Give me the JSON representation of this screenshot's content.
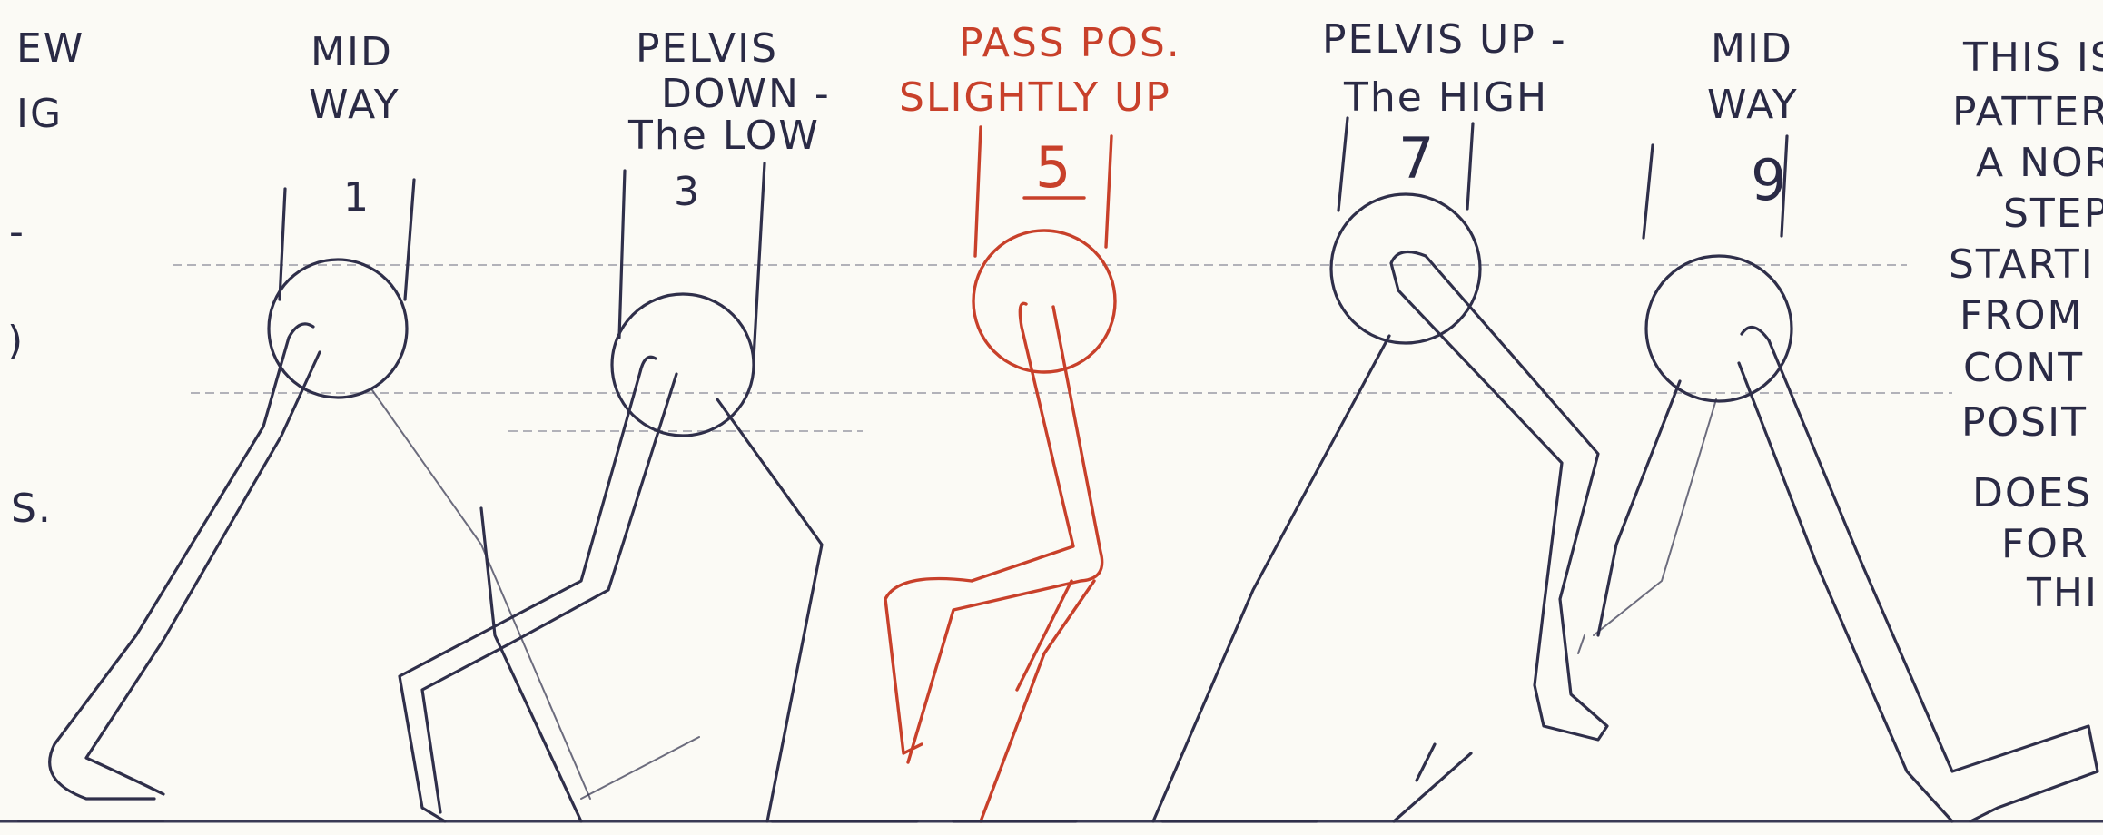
{
  "left_margin_fragments": [
    "EW",
    "IG",
    "-",
    ")",
    "S."
  ],
  "frames": [
    {
      "id": "1",
      "caption_lines": [
        "MID",
        "WAY"
      ],
      "number": "1",
      "color": "#2f2f4a"
    },
    {
      "id": "3",
      "caption_lines": [
        "PELVIS",
        "DOWN -",
        "The LOW"
      ],
      "number": "3",
      "color": "#2f2f4a"
    },
    {
      "id": "5",
      "caption_lines": [
        "PASS POS.",
        "SLIGHTLY UP"
      ],
      "number": "5",
      "color": "#c8402a"
    },
    {
      "id": "7",
      "caption_lines": [
        "PELVIS UP -",
        "The HIGH"
      ],
      "number": "7",
      "color": "#2f2f4a"
    },
    {
      "id": "9",
      "caption_lines": [
        "MID",
        "WAY"
      ],
      "number": "9",
      "color": "#2f2f4a"
    }
  ],
  "side_note": [
    "THIS IS",
    "PATTER",
    "A NOR",
    "STEP",
    "STARTI",
    "FROM",
    "CONT",
    "POSIT",
    "DOES",
    "FOR",
    "THI"
  ]
}
